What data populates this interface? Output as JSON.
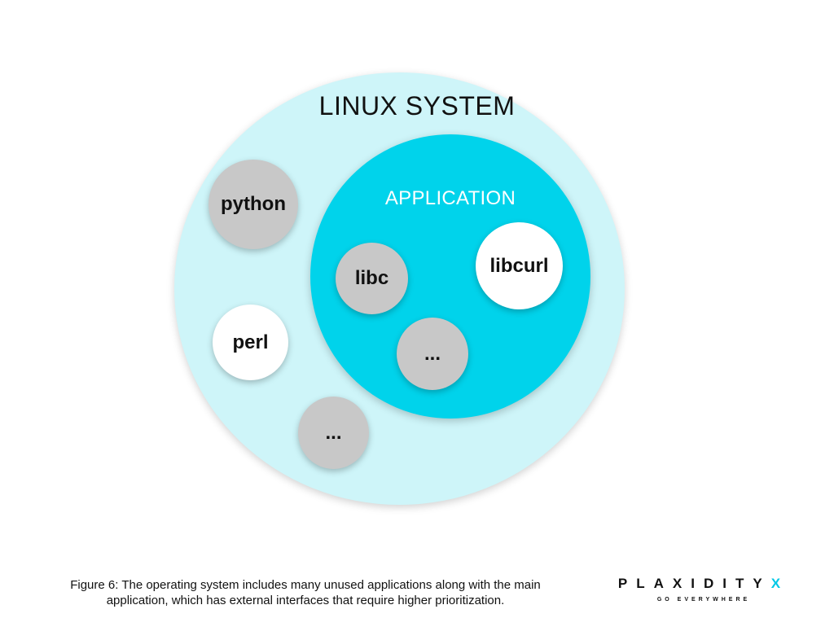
{
  "diagram": {
    "outer_title": "LINUX SYSTEM",
    "inner_title": "APPLICATION",
    "outer_items": [
      {
        "label": "python",
        "color": "#c8c8c8"
      },
      {
        "label": "perl",
        "color": "#ffffff"
      },
      {
        "label": "...",
        "color": "#c8c8c8"
      }
    ],
    "inner_items": [
      {
        "label": "libc",
        "color": "#c8c8c8"
      },
      {
        "label": "libcurl",
        "color": "#ffffff"
      },
      {
        "label": "...",
        "color": "#c8c8c8"
      }
    ],
    "colors": {
      "outer_fill": "#cef5f9",
      "inner_fill": "#00d3eb"
    }
  },
  "caption": {
    "figure_label": "Figure 6",
    "text": ": The operating system includes many unused applications along with the main application, which has external interfaces that require higher prioritization."
  },
  "logo": {
    "main": "PLAXIDITY",
    "accent": "X",
    "tagline": "GO EVERYWHERE",
    "accent_color": "#00c8e6"
  }
}
